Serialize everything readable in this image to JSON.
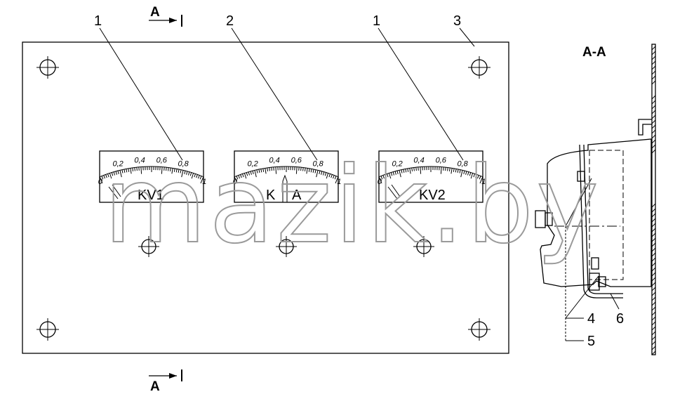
{
  "section_marks": {
    "top": "A",
    "bottom": "A",
    "view_title": "A-A"
  },
  "callouts": {
    "meter_left": "1",
    "meter_center": "2",
    "meter_right": "1",
    "panel": "3",
    "part_4": "4",
    "part_5": "5",
    "part_6": "6"
  },
  "meters": [
    {
      "name": "KV1",
      "ticks": [
        "0",
        "0,2",
        "0,4",
        "0,6",
        "0,8",
        "1"
      ]
    },
    {
      "name_left": "K",
      "name_right": "A",
      "ticks": [
        "0",
        "0,2",
        "0,4",
        "0,6",
        "0,8",
        "1"
      ]
    },
    {
      "name": "KV2",
      "ticks": [
        "0",
        "0,2",
        "0,4",
        "0,6",
        "0,8",
        "1"
      ]
    }
  ],
  "watermark": "mazik.by"
}
